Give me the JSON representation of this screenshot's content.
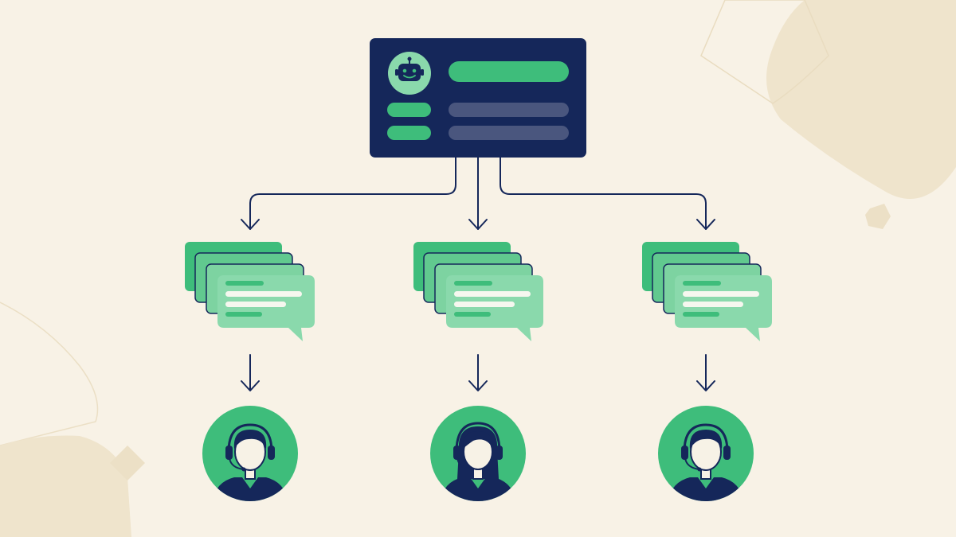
{
  "colors": {
    "background": "#f8f2e6",
    "navy": "#15275a",
    "green": "#3ebd7b",
    "green_dark": "#2fa868",
    "green_light": "#8ad9ac",
    "green_mid": "#61c98f",
    "muted_bar": "#4a567e",
    "bar_light": "#f6f7ef",
    "decor": "#ede1c8",
    "skin": "#f7f2e6"
  },
  "hub": {
    "icon": "robot-icon",
    "bars": 5
  },
  "branches": [
    {
      "id": "left",
      "agent_icon": "agent-male-headset-icon"
    },
    {
      "id": "center",
      "agent_icon": "agent-female-headset-icon"
    },
    {
      "id": "right",
      "agent_icon": "agent-male-headset-icon"
    }
  ],
  "message_stack": {
    "icon": "chat-bubbles-icon",
    "layers": 3
  }
}
